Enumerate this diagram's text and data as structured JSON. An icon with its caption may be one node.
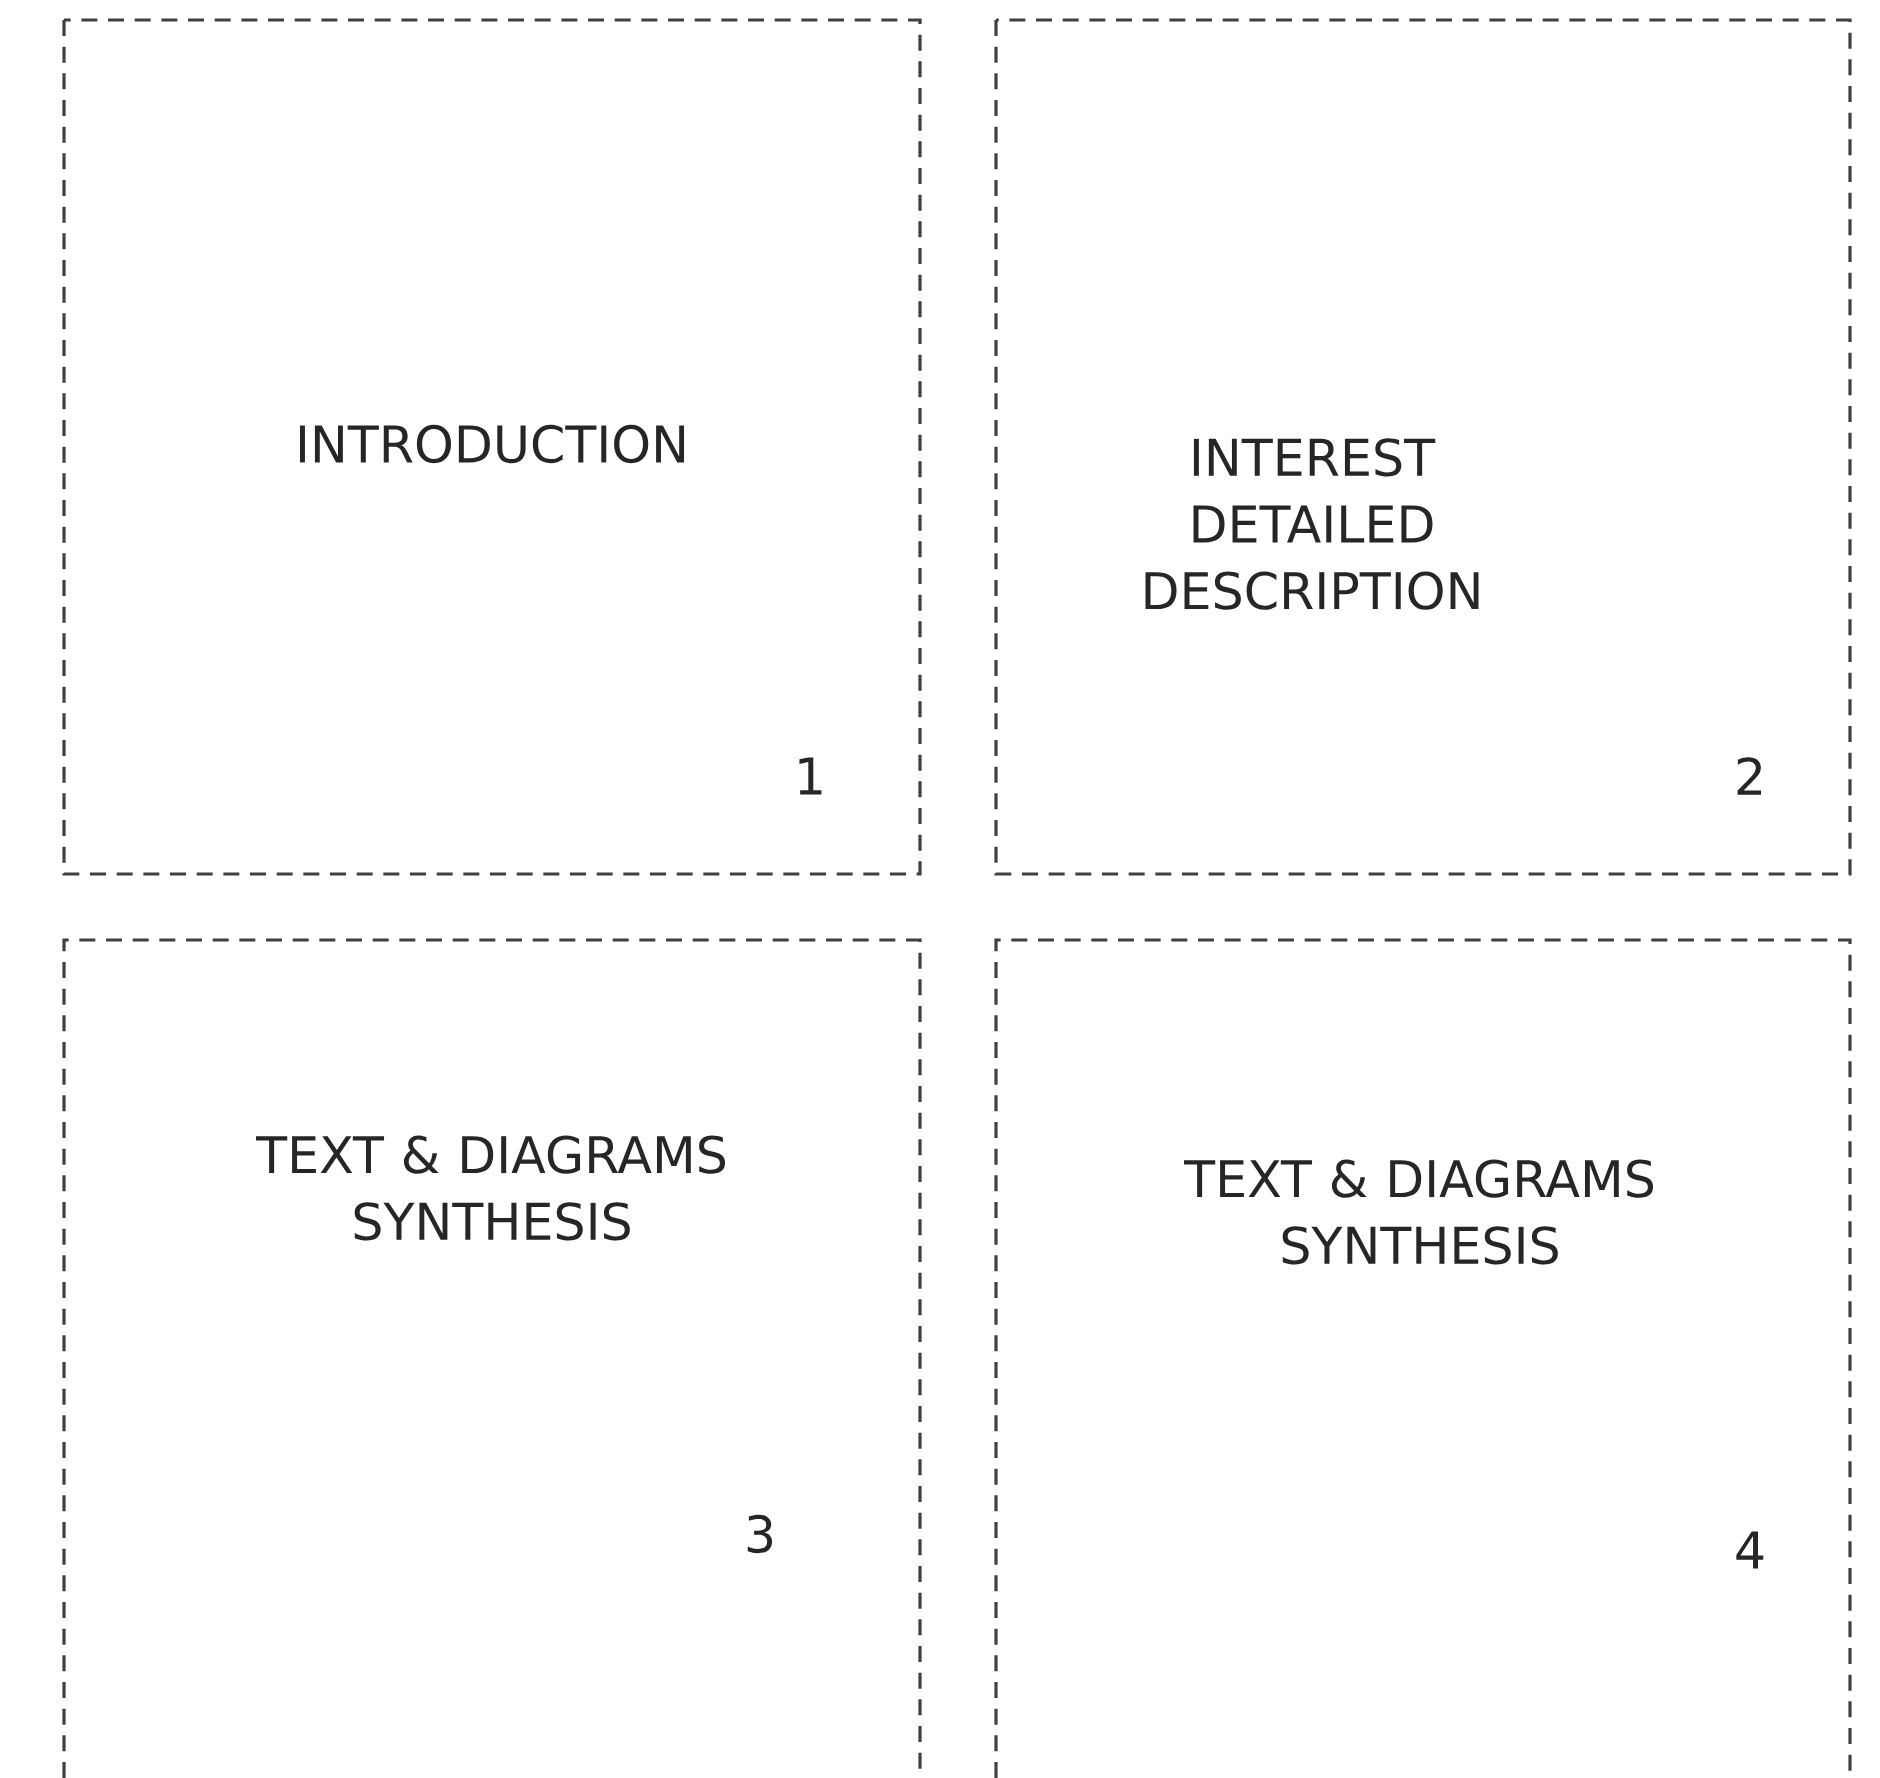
{
  "diagram": {
    "nodes": [
      {
        "text": [
          "INTRODUCTION",
          "1"
        ]
      },
      {
        "text": [
          "INTEREST DETAILED DESCRIPTION",
          "2"
        ]
      },
      {
        "text": [
          "TEXT & DIAGRAMS SYNTHESIS",
          "3"
        ]
      },
      {
        "text": [
          "TEXT & DIAGRAMS SYNTHESIS",
          "4"
        ]
      }
    ]
  }
}
